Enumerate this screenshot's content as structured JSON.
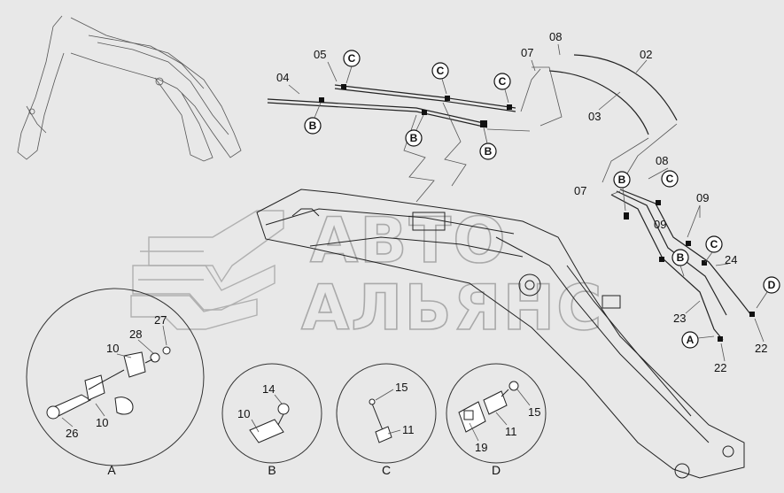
{
  "diagram": {
    "part_labels": [
      {
        "id": "p02",
        "text": "02"
      },
      {
        "id": "p03",
        "text": "03"
      },
      {
        "id": "p04",
        "text": "04"
      },
      {
        "id": "p05",
        "text": "05"
      },
      {
        "id": "p07a",
        "text": "07"
      },
      {
        "id": "p08a",
        "text": "08"
      },
      {
        "id": "p07b",
        "text": "07"
      },
      {
        "id": "p08b",
        "text": "08"
      },
      {
        "id": "p09a",
        "text": "09"
      },
      {
        "id": "p09b",
        "text": "09"
      },
      {
        "id": "p22a",
        "text": "22"
      },
      {
        "id": "p22b",
        "text": "22"
      },
      {
        "id": "p23",
        "text": "23"
      },
      {
        "id": "p24",
        "text": "24"
      }
    ],
    "callouts": {
      "c1": "C",
      "c2": "C",
      "c3": "C",
      "c4": "C",
      "c5": "C",
      "b1": "B",
      "b2": "B",
      "b3": "B",
      "b4": "B",
      "b5": "B",
      "a1": "A",
      "d1": "D"
    },
    "details": {
      "A": {
        "title": "A",
        "labels": {
          "n27": "27",
          "n28": "28",
          "n10a": "10",
          "n26": "26",
          "n10b": "10"
        }
      },
      "B": {
        "title": "B",
        "labels": {
          "n14": "14",
          "n10": "10"
        }
      },
      "C": {
        "title": "C",
        "labels": {
          "n15": "15",
          "n11": "11"
        }
      },
      "D": {
        "title": "D",
        "labels": {
          "n15": "15",
          "n11": "11",
          "n19": "19"
        }
      }
    },
    "watermark": {
      "line1": "АВТО",
      "line2": "АЛЬЯНС"
    }
  }
}
